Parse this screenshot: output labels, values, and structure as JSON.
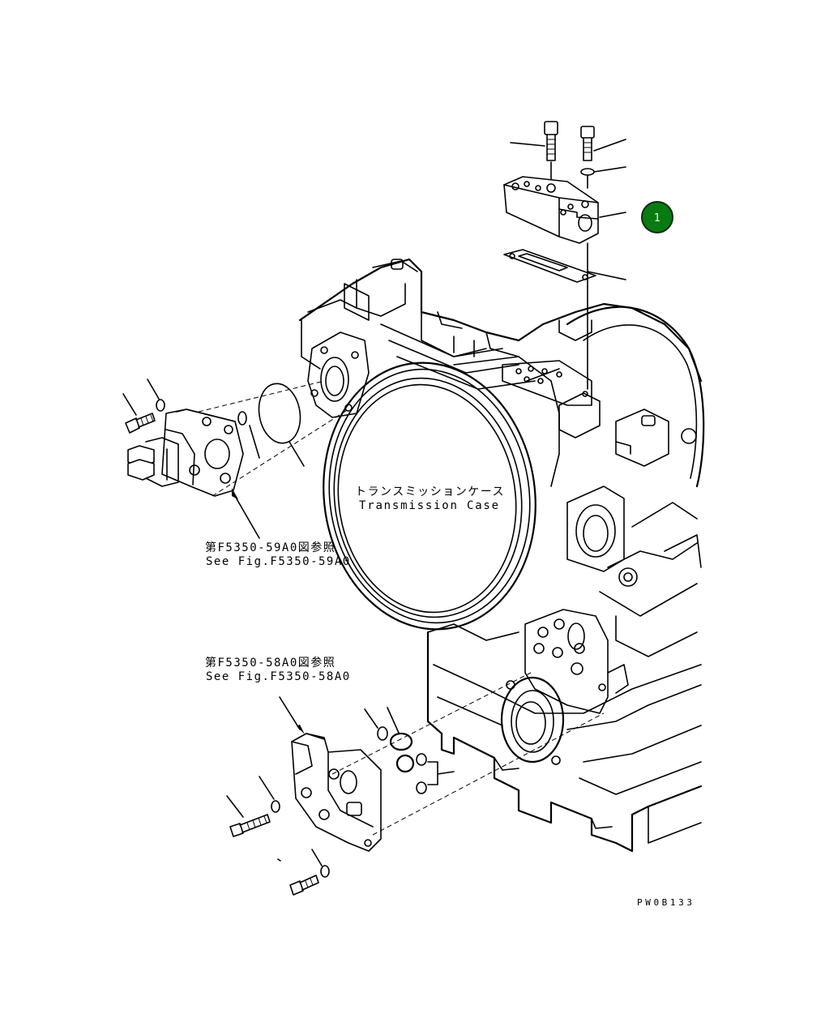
{
  "case_label": {
    "jp": "トランスミッションケース",
    "en": "Transmission Case"
  },
  "ref_upper": {
    "jp": "第F5350-59A0図参照",
    "en": "See Fig.F5350-59A0"
  },
  "ref_lower": {
    "jp": "第F5350-58A0図参照",
    "en": "See Fig.F5350-58A0"
  },
  "callout": {
    "number": "1",
    "color": "#0a7a12",
    "text_color": "#e8f5e8"
  },
  "drawing_code": "PW0B133"
}
